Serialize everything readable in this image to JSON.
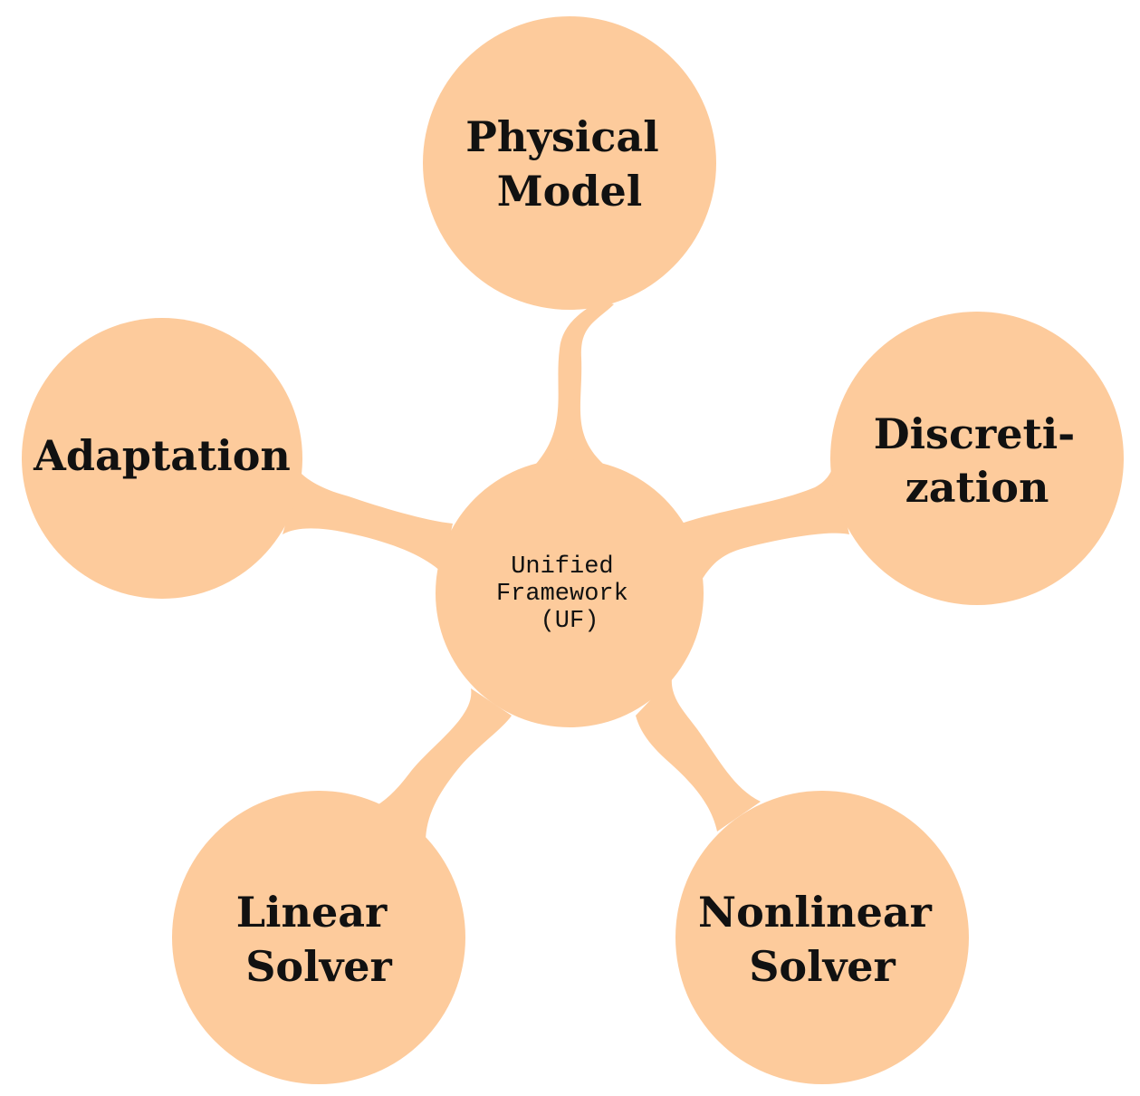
{
  "colors": {
    "fill": "#fdcb9c",
    "text": "#111111",
    "background": "#ffffff"
  },
  "center": {
    "lines": [
      "Unified",
      "Framework",
      "(UF)"
    ]
  },
  "nodes": [
    {
      "id": "physical-model",
      "lines": [
        "Physical",
        "Model"
      ]
    },
    {
      "id": "discretization",
      "lines": [
        "Discreti-",
        "zation"
      ]
    },
    {
      "id": "nonlinear-solver",
      "lines": [
        "Nonlinear",
        "Solver"
      ]
    },
    {
      "id": "linear-solver",
      "lines": [
        "Linear",
        "Solver"
      ]
    },
    {
      "id": "adaptation",
      "lines": [
        "Adaptation"
      ]
    }
  ]
}
